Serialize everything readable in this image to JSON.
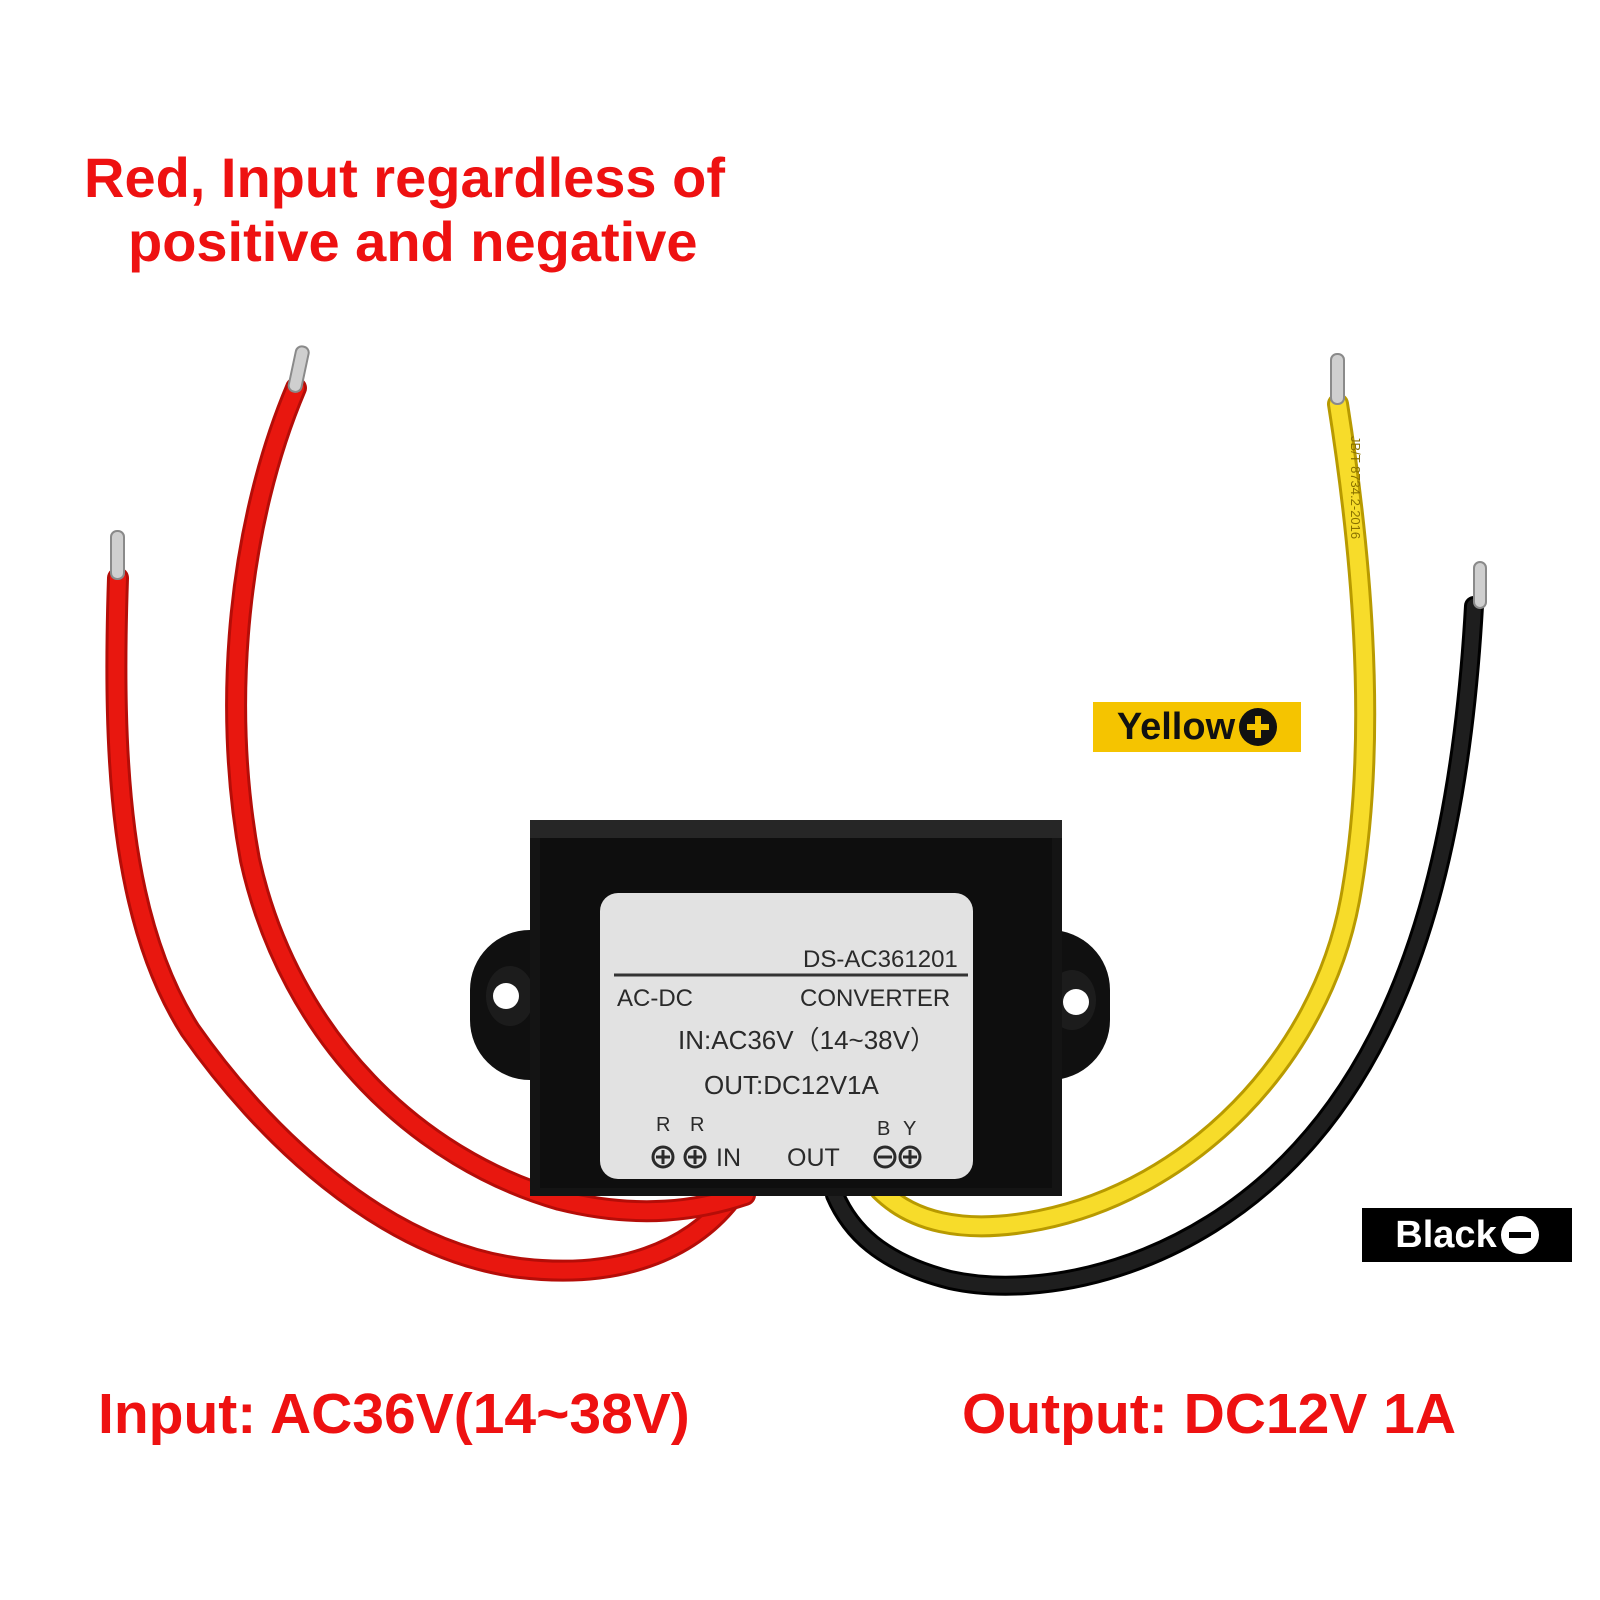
{
  "captions": {
    "top_line1": "Red, Input regardless of",
    "top_line2": "positive and negative",
    "input": "Input: AC36V(14~38V)",
    "output": "Output: DC12V 1A"
  },
  "tags": {
    "yellow": "Yellow",
    "black": "Black"
  },
  "label": {
    "model": "DS-AC361201",
    "type_left": "AC-DC",
    "type_right": "CONVERTER",
    "input_spec": "IN:AC36V（14~38V）",
    "output_spec": "OUT:DC12V1A",
    "pin_r1": "R",
    "pin_r2": "R",
    "pin_b": "B",
    "pin_y": "Y",
    "in": "IN",
    "out": "OUT"
  },
  "wire_print": "JB/T 8734.2-2016",
  "colors": {
    "caption_red": "#ee1111",
    "wire_red": "#e8170f",
    "wire_yellow": "#f7dc2a",
    "wire_black": "#111111",
    "tag_yellow": "#f5c400",
    "tag_black": "#000000",
    "housing": "#141414",
    "label_bg": "#e2e2e2"
  }
}
